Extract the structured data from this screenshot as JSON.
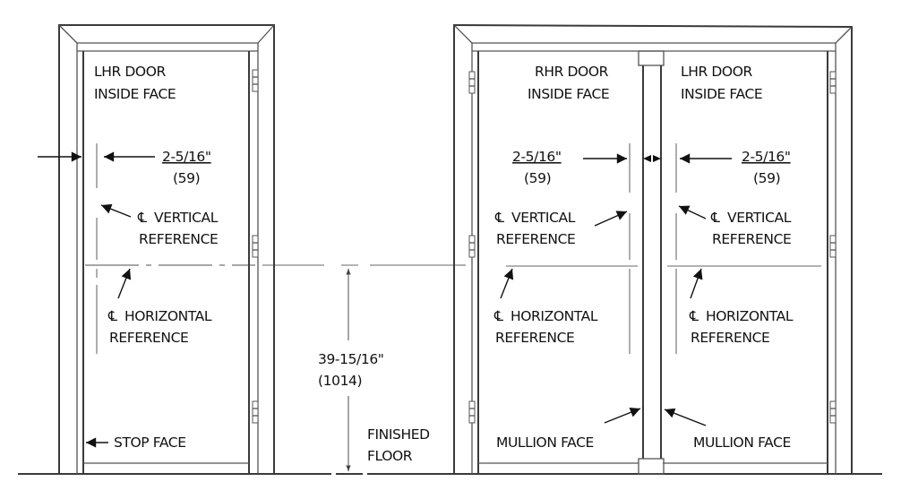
{
  "single_door": {
    "title_line1": "LHR DOOR",
    "title_line2": "INSIDE FACE",
    "offset_imperial": "2-5/16\"",
    "offset_metric": "(59)",
    "vertical_ref_line1": "VERTICAL",
    "vertical_ref_line2": "REFERENCE",
    "horizontal_ref_line1": "HORIZONTAL",
    "horizontal_ref_line2": "REFERENCE",
    "stop_face": "STOP FACE"
  },
  "height_dimension": {
    "imperial": "39-15/16\"",
    "metric": "(1014)",
    "floor_line1": "FINISHED",
    "floor_line2": "FLOOR"
  },
  "double_door": {
    "left": {
      "title_line1": "RHR DOOR",
      "title_line2": "INSIDE FACE",
      "offset_imperial": "2-5/16\"",
      "offset_metric": "(59)",
      "vertical_ref_line1": "VERTICAL",
      "vertical_ref_line2": "REFERENCE",
      "horizontal_ref_line1": "HORIZONTAL",
      "horizontal_ref_line2": "REFERENCE",
      "mullion_face": "MULLION FACE"
    },
    "right": {
      "title_line1": "LHR DOOR",
      "title_line2": "INSIDE FACE",
      "offset_imperial": "2-5/16\"",
      "offset_metric": "(59)",
      "vertical_ref_line1": "VERTICAL",
      "vertical_ref_line2": "REFERENCE",
      "horizontal_ref_line1": "HORIZONTAL",
      "horizontal_ref_line2": "REFERENCE",
      "mullion_face": "MULLION FACE"
    }
  },
  "symbols": {
    "centerline": "℄"
  },
  "colors": {
    "line": "#3a3a3a",
    "reference_line": "#9a9a9a",
    "text": "#111111",
    "background": "#ffffff"
  }
}
